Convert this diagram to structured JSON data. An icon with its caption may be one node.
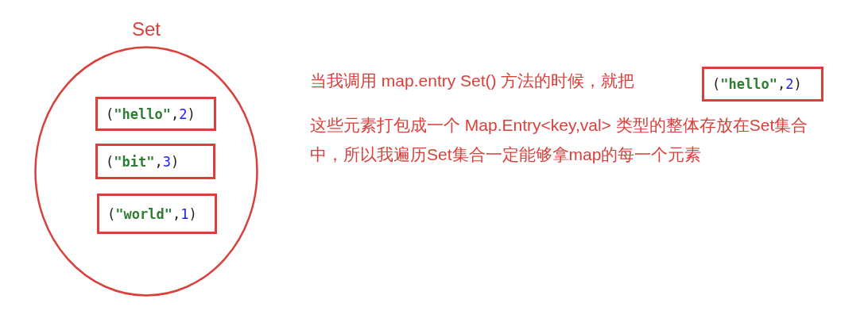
{
  "diagram": {
    "nodes": [
      {
        "text": [
          "Set"
        ]
      },
      {
        "text": [
          "(\"hello\",2)"
        ],
        "in": 0
      },
      {
        "text": [
          "(\"bit\",3)"
        ],
        "in": 0
      },
      {
        "text": [
          "(\"world\",1)"
        ],
        "in": 0
      },
      {
        "text": [
          "(\"hello\",2)"
        ]
      }
    ],
    "edges": [],
    "labels": [
      "当我调用 map.entry Set() 方法的时候，就把",
      "这些元素打包成一个 Map.Entry<key,val> 类型的整体存放在Set集合中，所以我遍历Set集合一定能够拿map的每一个元素"
    ]
  }
}
